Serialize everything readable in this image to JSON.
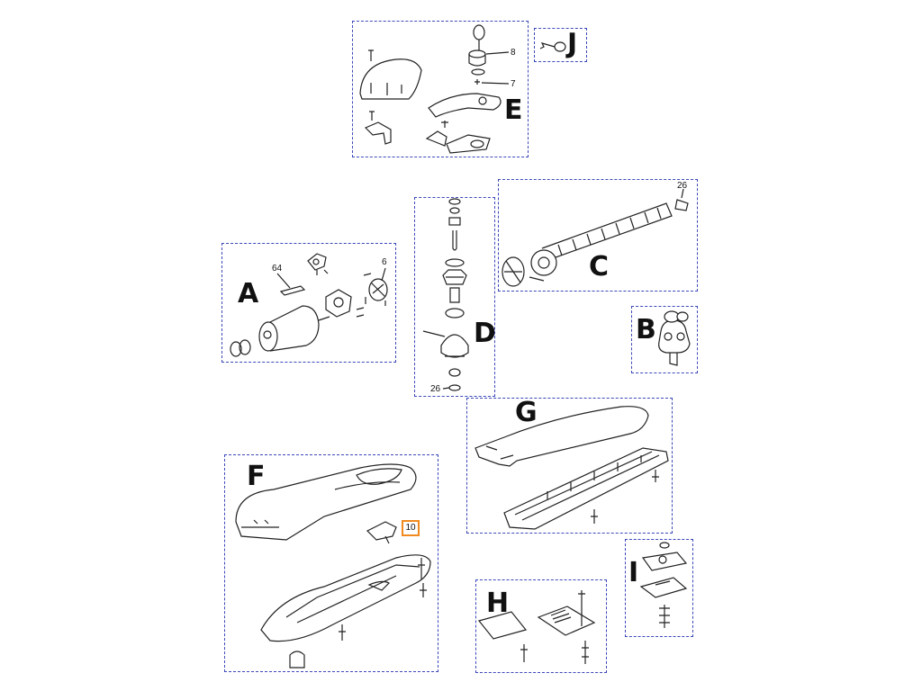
{
  "groups": {
    "A": {
      "label": "A",
      "numbers": [
        "64",
        "6"
      ]
    },
    "B": {
      "label": "B"
    },
    "C": {
      "label": "C",
      "numbers": [
        "26"
      ]
    },
    "D": {
      "label": "D",
      "numbers": [
        "26"
      ]
    },
    "E": {
      "label": "E",
      "numbers": [
        "8",
        "7"
      ]
    },
    "F": {
      "label": "F",
      "highlight": "10"
    },
    "G": {
      "label": "G"
    },
    "H": {
      "label": "H"
    },
    "I": {
      "label": "I"
    },
    "J": {
      "label": "J"
    }
  },
  "colors": {
    "border": "#3b48b8",
    "highlight": "#f08a1d",
    "ink": "#111111"
  }
}
